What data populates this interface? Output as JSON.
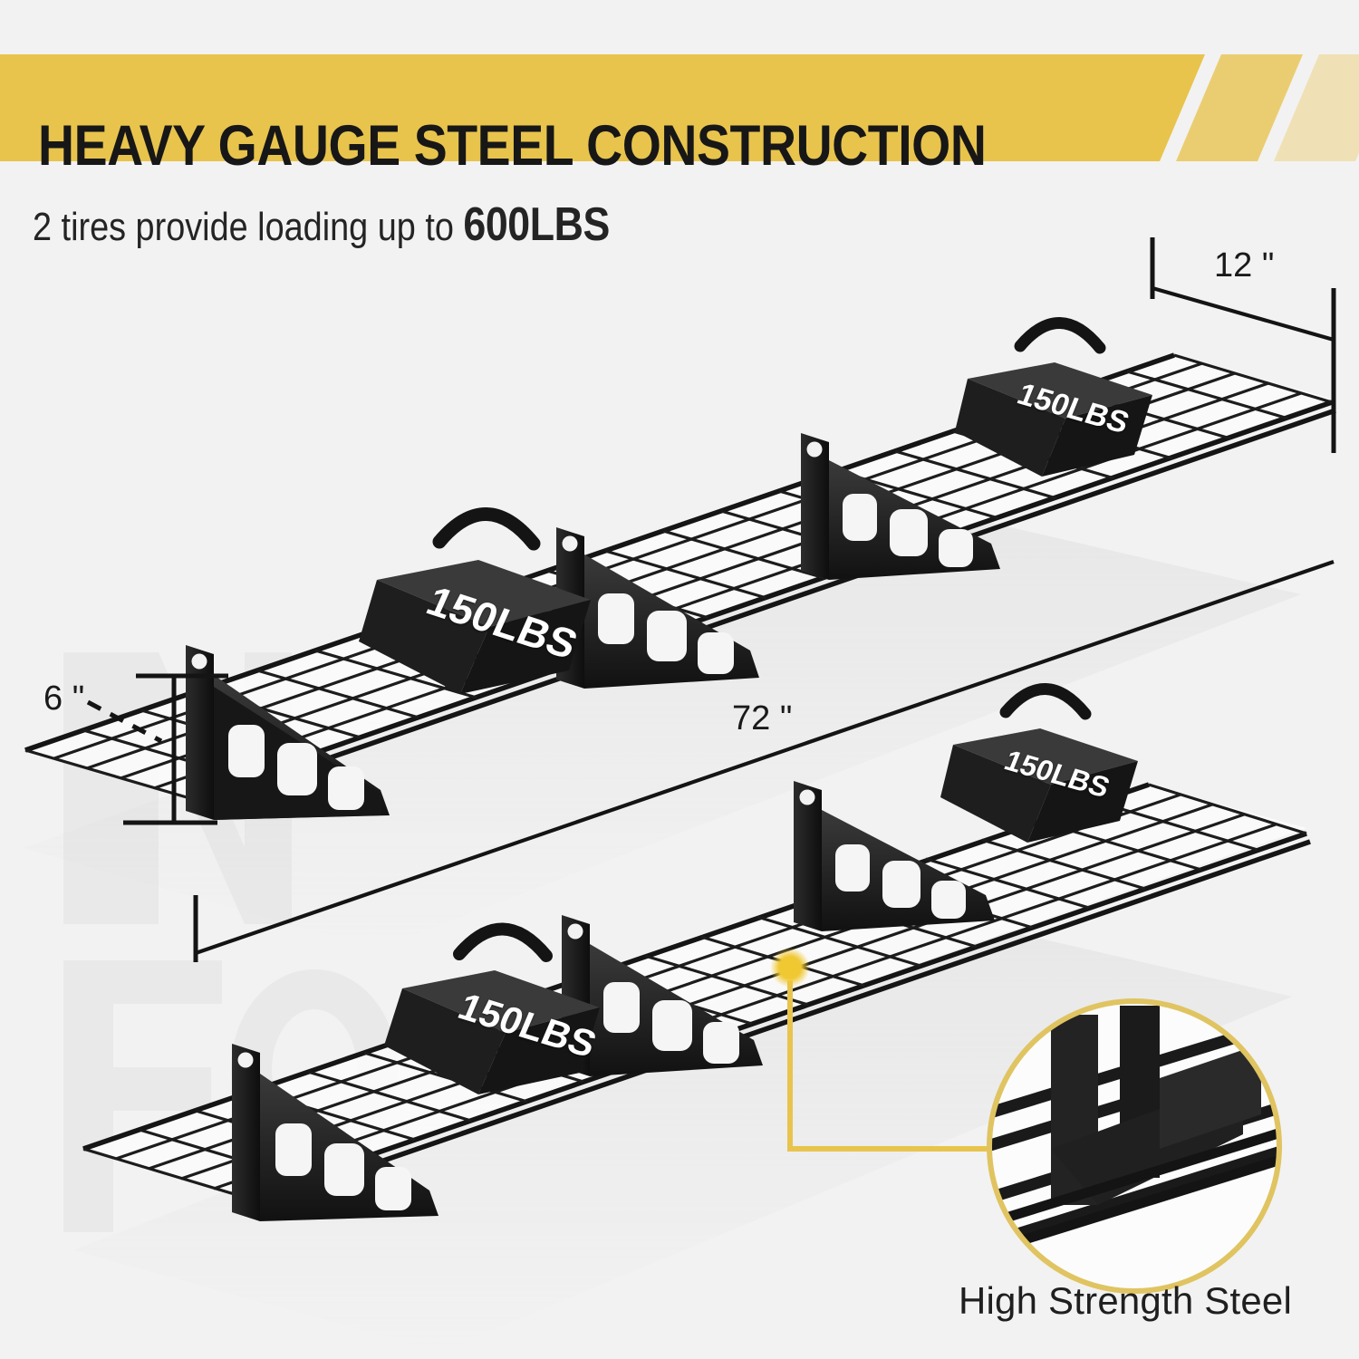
{
  "header": {
    "title": "HEAVY GAUGE STEEL CONSTRUCTION",
    "banner_color": "#E8C44D",
    "banner_stripe_color": "#EFD06A",
    "title_color": "#171717"
  },
  "subtitle": {
    "prefix": "2 tires provide loading up to ",
    "highlight": "600LBS"
  },
  "dimensions": {
    "depth": "12 \"",
    "height": "6 \"",
    "length": "72 \""
  },
  "weights": [
    {
      "label": "150LBS",
      "shelf": "upper",
      "position": "left"
    },
    {
      "label": "150LBS",
      "shelf": "upper",
      "position": "right"
    },
    {
      "label": "150LBS",
      "shelf": "lower",
      "position": "left"
    },
    {
      "label": "150LBS",
      "shelf": "lower",
      "position": "right"
    }
  ],
  "callout": {
    "caption": "High Strength Steel",
    "ring_color": "#E0C461",
    "leader_color": "#E8C44D",
    "dot_color": "#F0C832"
  },
  "theme": {
    "background": "#f2f2f2",
    "steel_color": "#1c1c1c",
    "watermark_color": "#e8e8e8"
  }
}
